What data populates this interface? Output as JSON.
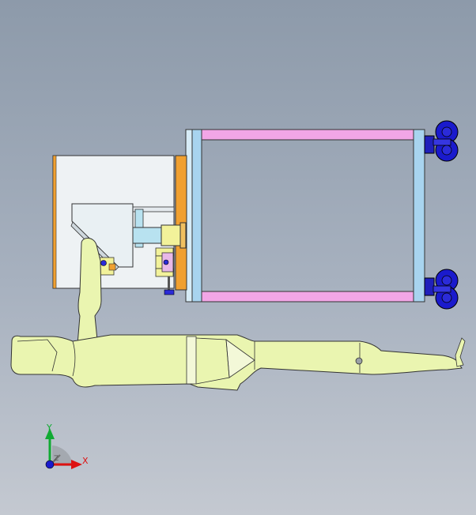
{
  "viewport": {
    "background_top": "#8d9aaa",
    "background_bottom": "#c4c9d1"
  },
  "colors": {
    "frame_rail": "#f2a6e6",
    "frame_post": "#a8d4ef",
    "plate_orange": "#f0a030",
    "robot_body": "#eaf5b0",
    "wheel": "#1a1acc",
    "panel": "#eef2f4",
    "shaft": "#b8e2f0",
    "yellow_part": "#f2f29a"
  },
  "triad": {
    "x_label": "X",
    "y_label": "Y",
    "z_label": "Z",
    "x_color": "#dd1111",
    "y_color": "#11aa33",
    "origin_color": "#1a1acc"
  }
}
